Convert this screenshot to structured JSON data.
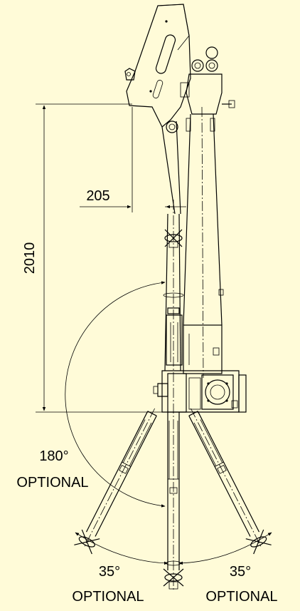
{
  "colors": {
    "background": "#FFFBD8",
    "line": "#000000"
  },
  "dimensions": {
    "height_value": "2010",
    "offset_value": "205"
  },
  "annotations": {
    "rotation_angle": "180°",
    "rotation_note": "OPTIONAL",
    "left_angle": "35°",
    "left_note": "OPTIONAL",
    "right_angle": "35°",
    "right_note": "OPTIONAL"
  }
}
